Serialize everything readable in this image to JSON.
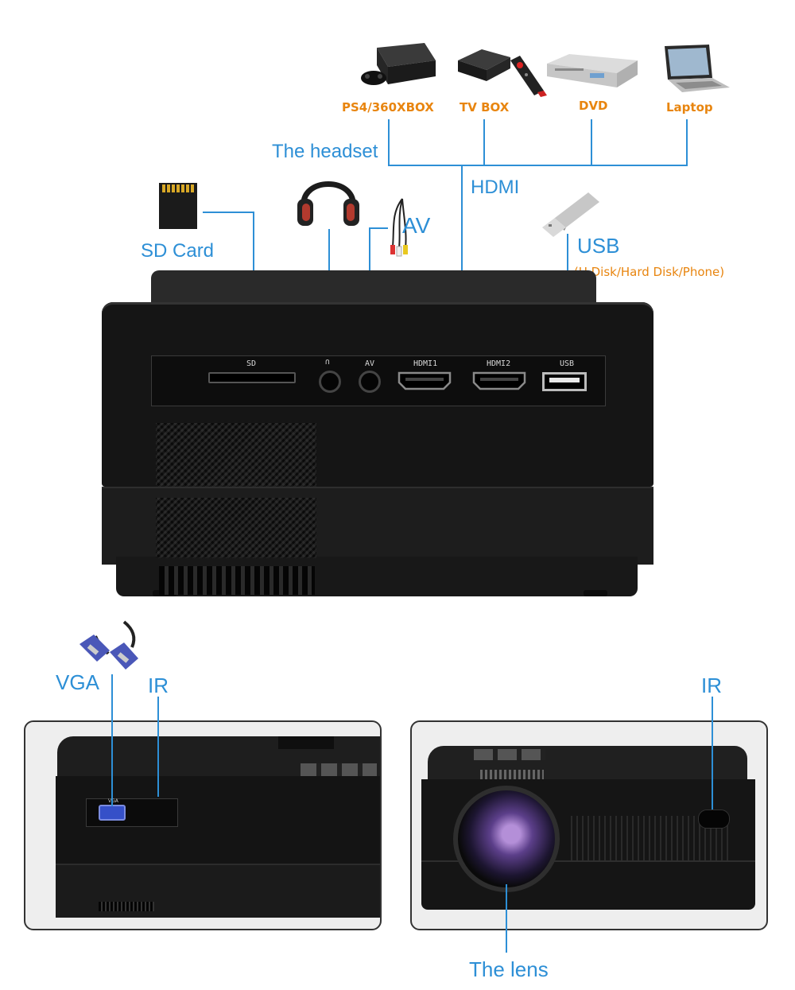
{
  "devices": {
    "ps4": "PS4/360XBOX",
    "tvbox": "TV BOX",
    "dvd": "DVD",
    "laptop": "Laptop"
  },
  "labels": {
    "headset": "The headset",
    "hdmi": "HDMI",
    "av": "AV",
    "sd_card": "SD Card",
    "usb": "USB",
    "usb_note": "(U Disk/Hard Disk/Phone)",
    "vga": "VGA",
    "ir_left": "IR",
    "ir_right": "IR",
    "lens": "The lens"
  },
  "ports": {
    "sd": "SD",
    "headphone_glyph": "∩",
    "av": "AV",
    "hdmi1": "HDMI1",
    "hdmi2": "HDMI2",
    "usb": "USB",
    "vga": "VGA"
  },
  "colors": {
    "accent_blue": "#2d8fd6",
    "device_orange": "#e8850f",
    "body_black": "#1a1a1a"
  }
}
